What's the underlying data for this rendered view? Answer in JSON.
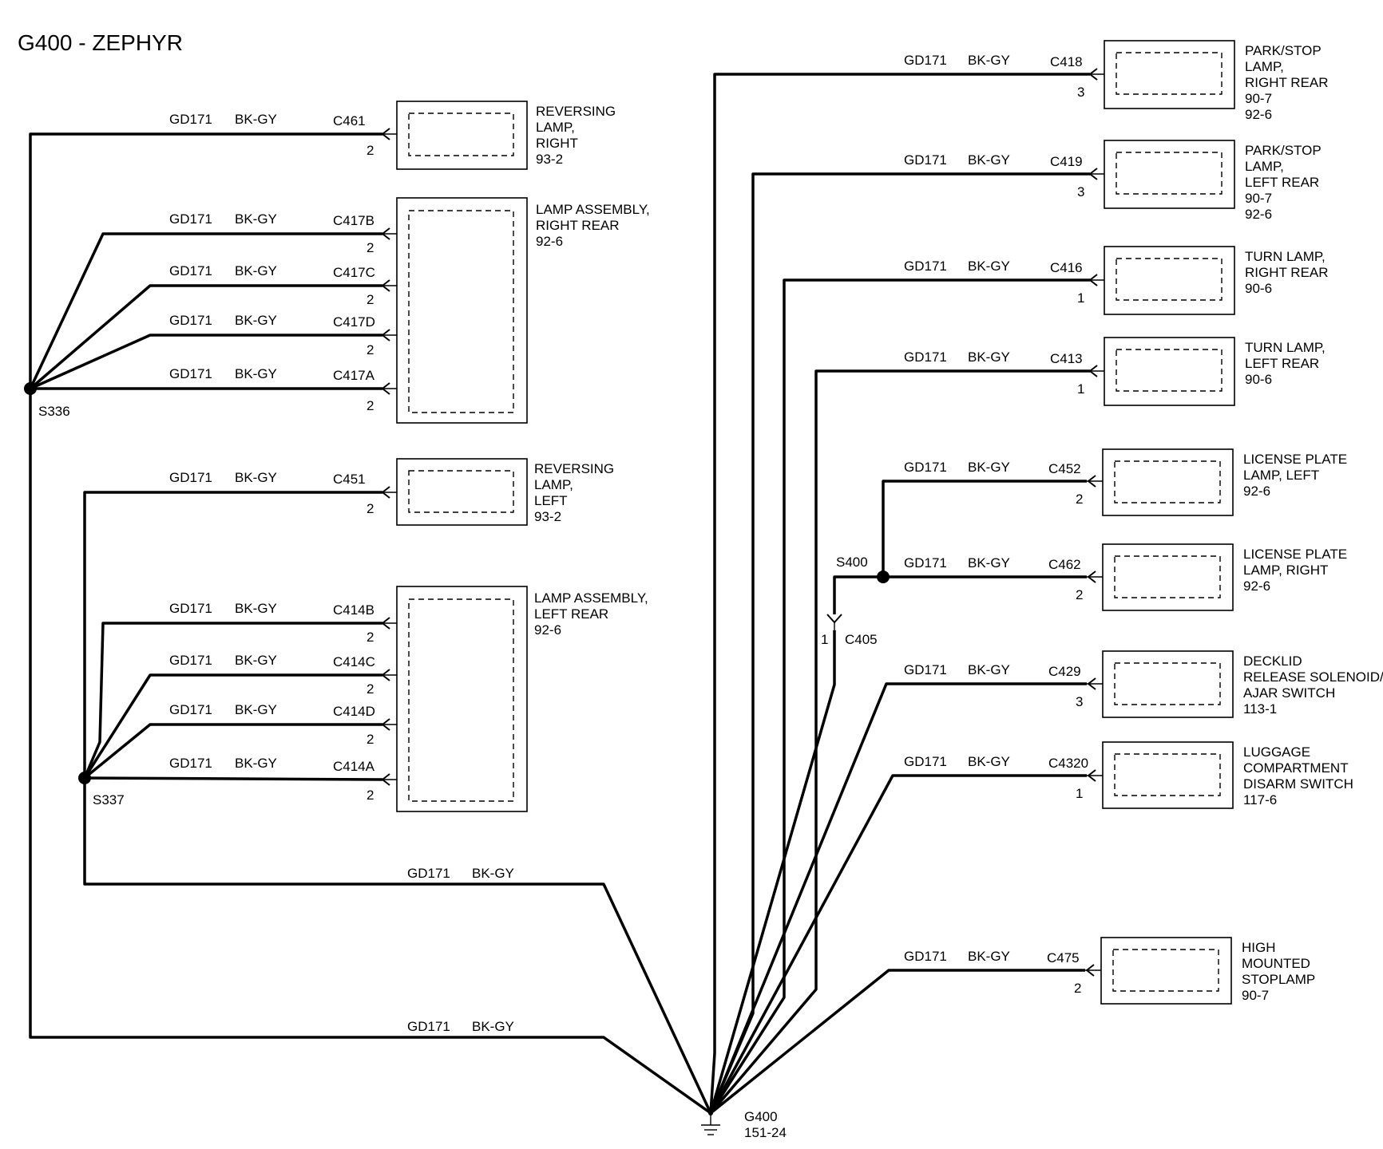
{
  "title": "G400 - ZEPHYR",
  "circuit": "GD171",
  "color": "BK-GY",
  "splices": {
    "s336": "S336",
    "s337": "S337",
    "s400": "S400"
  },
  "inline_connector": {
    "id": "C405",
    "pin": "1"
  },
  "ground": {
    "id": "G400",
    "ref": "151-24"
  },
  "left_components": [
    {
      "lines": [
        "REVERSING",
        "LAMP,",
        "RIGHT",
        "93-2"
      ],
      "connectors": [
        {
          "id": "C461",
          "pin": "2"
        }
      ]
    },
    {
      "lines": [
        "LAMP ASSEMBLY,",
        "RIGHT REAR",
        "92-6"
      ],
      "connectors": [
        {
          "id": "C417B",
          "pin": "2"
        },
        {
          "id": "C417C",
          "pin": "2"
        },
        {
          "id": "C417D",
          "pin": "2"
        },
        {
          "id": "C417A",
          "pin": "2"
        }
      ]
    },
    {
      "lines": [
        "REVERSING",
        "LAMP,",
        "LEFT",
        "93-2"
      ],
      "connectors": [
        {
          "id": "C451",
          "pin": "2"
        }
      ]
    },
    {
      "lines": [
        "LAMP ASSEMBLY,",
        "LEFT REAR",
        "92-6"
      ],
      "connectors": [
        {
          "id": "C414B",
          "pin": "2"
        },
        {
          "id": "C414C",
          "pin": "2"
        },
        {
          "id": "C414D",
          "pin": "2"
        },
        {
          "id": "C414A",
          "pin": "2"
        }
      ]
    }
  ],
  "right_components": [
    {
      "lines": [
        "PARK/STOP",
        "LAMP,",
        "RIGHT REAR",
        "90-7",
        "92-6"
      ],
      "connector": {
        "id": "C418",
        "pin": "3"
      }
    },
    {
      "lines": [
        "PARK/STOP",
        "LAMP,",
        "LEFT REAR",
        "90-7",
        "92-6"
      ],
      "connector": {
        "id": "C419",
        "pin": "3"
      }
    },
    {
      "lines": [
        "TURN LAMP,",
        "RIGHT REAR",
        "90-6"
      ],
      "connector": {
        "id": "C416",
        "pin": "1"
      }
    },
    {
      "lines": [
        "TURN LAMP,",
        "LEFT REAR",
        "90-6"
      ],
      "connector": {
        "id": "C413",
        "pin": "1"
      }
    },
    {
      "lines": [
        "LICENSE PLATE",
        "LAMP, LEFT",
        "92-6"
      ],
      "connector": {
        "id": "C452",
        "pin": "2"
      }
    },
    {
      "lines": [
        "LICENSE PLATE",
        "LAMP, RIGHT",
        "92-6"
      ],
      "connector": {
        "id": "C462",
        "pin": "2"
      }
    },
    {
      "lines": [
        "DECKLID",
        "RELEASE SOLENOID/",
        "AJAR SWITCH",
        "113-1"
      ],
      "connector": {
        "id": "C429",
        "pin": "3"
      }
    },
    {
      "lines": [
        "LUGGAGE",
        "COMPARTMENT",
        "DISARM SWITCH",
        "117-6"
      ],
      "connector": {
        "id": "C4320",
        "pin": "1"
      }
    },
    {
      "lines": [
        "HIGH",
        "MOUNTED",
        "STOPLAMP",
        "90-7"
      ],
      "connector": {
        "id": "C475",
        "pin": "2"
      }
    }
  ]
}
